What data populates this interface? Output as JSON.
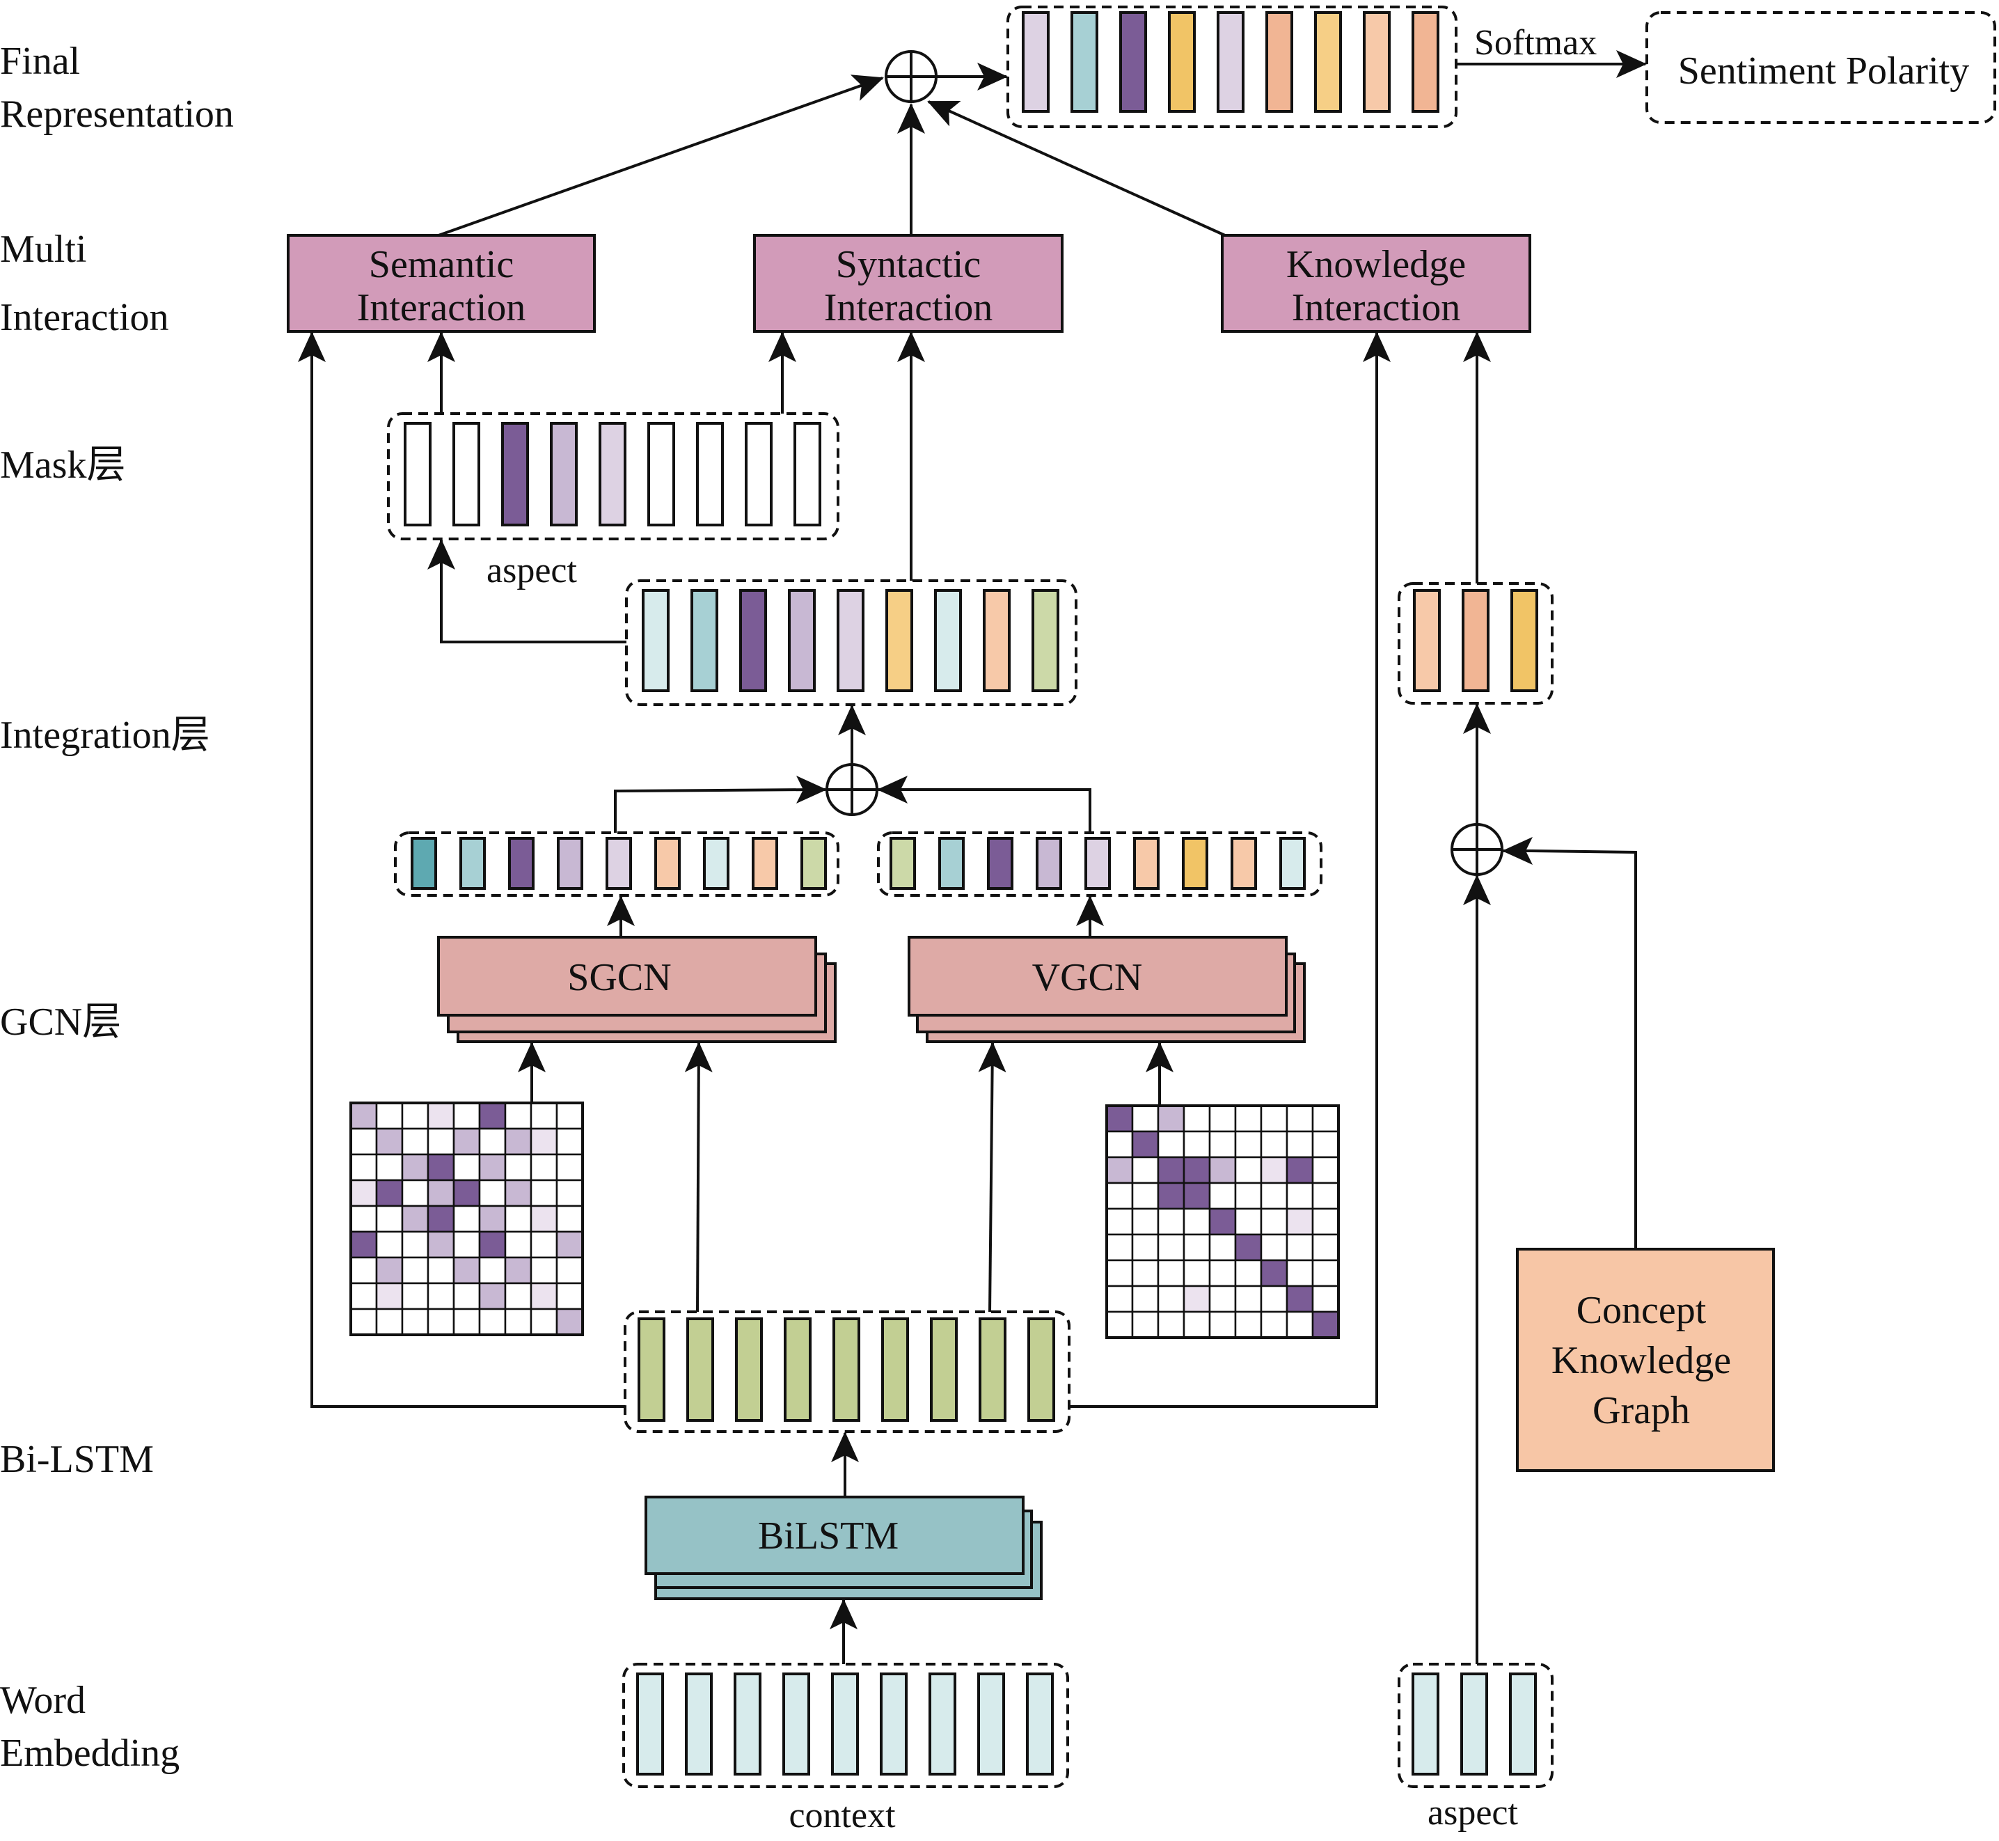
{
  "colors": {
    "white": "#ffffff",
    "light_cyan": "#d7ebec",
    "teal": "#a7d0d4",
    "dark_teal": "#5ea9b1",
    "dark_purple": "#7b5c96",
    "mauve": "#c8b8d3",
    "light_mauve": "#ddd2e3",
    "pale_mauve": "#ece3ef",
    "yellow": "#f6cf86",
    "orange": "#f1b594",
    "peach": "#f7c9a9",
    "sage": "#ccd9a8",
    "olive_green": "#c2cf93",
    "gold": "#f1c466",
    "interaction_box": "#d29bb9",
    "gcn_box": "#deaaa6",
    "bilstm_box": "#96c2c6",
    "concept_box": "#f7c6a6"
  },
  "layers": {
    "final_representation": [
      "Final",
      "Representation"
    ],
    "multi_interaction": [
      "Multi",
      "Interaction"
    ],
    "mask": "Mask层",
    "integration": "Integration层",
    "gcn": "GCN层",
    "bilstm": "Bi-LSTM",
    "word_embedding": [
      "Word",
      "Embedding"
    ]
  },
  "interaction": {
    "semantic": [
      "Semantic",
      "Interaction"
    ],
    "syntactic": [
      "Syntactic",
      "Interaction"
    ],
    "knowledge": [
      "Knowledge",
      "Interaction"
    ]
  },
  "gcn": {
    "sgcn": "SGCN",
    "vgcn": "VGCN"
  },
  "bilstm_label": "BiLSTM",
  "concept_graph": [
    "Concept",
    "Knowledge",
    "Graph"
  ],
  "softmax_label": "Softmax",
  "output_label": "Sentiment Polarity",
  "context_label": "context",
  "aspect_label_bottom": "aspect",
  "aspect_label_mask": "aspect",
  "vectors": {
    "final": [
      "light_mauve",
      "teal",
      "dark_purple",
      "gold",
      "light_mauve",
      "orange",
      "yellow",
      "peach",
      "orange"
    ],
    "mask": [
      "white",
      "white",
      "dark_purple",
      "mauve",
      "light_mauve",
      "white",
      "white",
      "white",
      "white"
    ],
    "integration": [
      "light_cyan",
      "teal",
      "dark_purple",
      "mauve",
      "light_mauve",
      "yellow",
      "light_cyan",
      "peach",
      "sage"
    ],
    "sgcn_out": [
      "dark_teal",
      "teal",
      "dark_purple",
      "mauve",
      "light_mauve",
      "peach",
      "light_cyan",
      "peach",
      "sage"
    ],
    "vgcn_out": [
      "sage",
      "teal",
      "dark_purple",
      "mauve",
      "light_mauve",
      "peach",
      "gold",
      "peach",
      "light_cyan"
    ],
    "bilstm_out": [
      "olive_green",
      "olive_green",
      "olive_green",
      "olive_green",
      "olive_green",
      "olive_green",
      "olive_green",
      "olive_green",
      "olive_green"
    ],
    "embedding": [
      "light_cyan",
      "light_cyan",
      "light_cyan",
      "light_cyan",
      "light_cyan",
      "light_cyan",
      "light_cyan",
      "light_cyan",
      "light_cyan"
    ],
    "aspect_knowledge": [
      "peach",
      "orange",
      "gold"
    ],
    "aspect_embedding": [
      "light_cyan",
      "light_cyan",
      "light_cyan"
    ]
  },
  "matrices": {
    "sgcn": [
      "mauve,0,0,pale_mauve,0,dark_purple,0,0,0",
      "0,mauve,0,0,mauve,0,mauve,pale_mauve,0",
      "0,0,mauve,dark_purple,0,mauve,0,0,0",
      "pale_mauve,dark_purple,0,mauve,dark_purple,0,mauve,0,0",
      "0,0,mauve,dark_purple,0,mauve,0,pale_mauve,0",
      "dark_purple,0,0,mauve,0,dark_purple,0,0,mauve",
      "0,mauve,0,0,mauve,0,mauve,0,0",
      "0,pale_mauve,0,0,0,mauve,0,pale_mauve,0",
      "0,0,0,0,0,0,0,0,mauve"
    ],
    "vgcn": [
      "dark_purple,0,mauve,0,0,0,0,0,0",
      "0,dark_purple,0,0,0,0,0,0,0",
      "mauve,0,dark_purple,dark_purple,mauve,0,pale_mauve,dark_purple,0",
      "0,0,dark_purple,dark_purple,0,0,0,0,0",
      "0,0,0,0,dark_purple,0,0,pale_mauve,0",
      "0,0,0,0,0,dark_purple,0,0,0",
      "0,0,0,0,0,0,dark_purple,0,0",
      "0,0,0,pale_mauve,0,0,0,dark_purple,0",
      "0,0,0,0,0,0,0,0,dark_purple"
    ]
  }
}
